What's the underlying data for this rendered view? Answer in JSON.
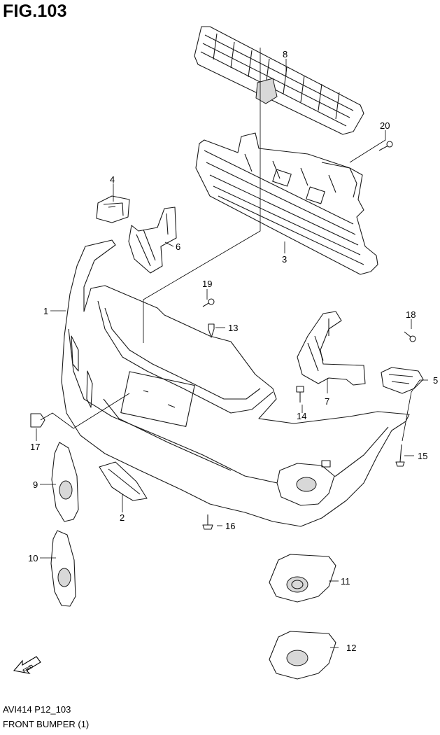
{
  "figure": {
    "title": "FIG.103",
    "code": "AVI414 P12_103",
    "caption": "FRONT BUMPER (1)"
  },
  "callouts": [
    {
      "id": "p1",
      "label": "1"
    },
    {
      "id": "p2",
      "label": "2"
    },
    {
      "id": "p3",
      "label": "3"
    },
    {
      "id": "p4",
      "label": "4"
    },
    {
      "id": "p5",
      "label": "5"
    },
    {
      "id": "p6",
      "label": "6"
    },
    {
      "id": "p7",
      "label": "7"
    },
    {
      "id": "p8",
      "label": "8"
    },
    {
      "id": "p9",
      "label": "9"
    },
    {
      "id": "p10",
      "label": "10"
    },
    {
      "id": "p11",
      "label": "11"
    },
    {
      "id": "p12",
      "label": "12"
    },
    {
      "id": "p13",
      "label": "13"
    },
    {
      "id": "p14",
      "label": "14"
    },
    {
      "id": "p15",
      "label": "15"
    },
    {
      "id": "p16",
      "label": "16"
    },
    {
      "id": "p17",
      "label": "17"
    },
    {
      "id": "p18",
      "label": "18"
    },
    {
      "id": "p19",
      "label": "19"
    },
    {
      "id": "p20",
      "label": "20"
    }
  ],
  "fwd_marker": {
    "label": "FWD",
    "icon": "fwd-arrow-icon"
  }
}
